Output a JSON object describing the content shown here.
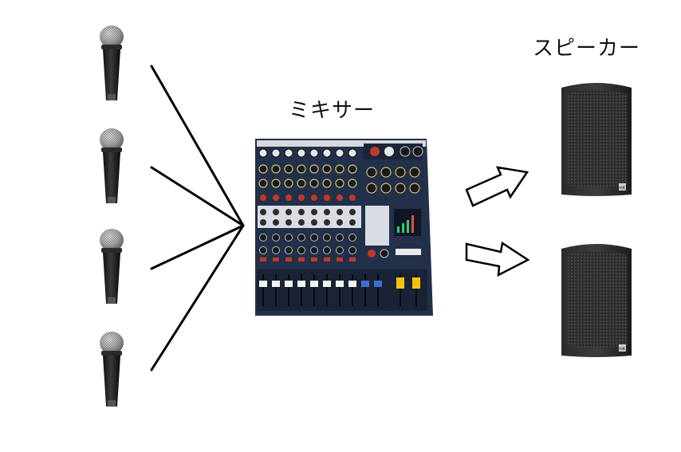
{
  "labels": {
    "mixer": "ミキサー",
    "speaker": "スピーカー"
  },
  "devices": {
    "microphones": 4,
    "mixer": 1,
    "speakers": 2
  },
  "icons": {
    "microphone": "microphone-icon",
    "mixer": "audio-mixer-icon",
    "speaker": "speaker-icon",
    "arrow": "outline-arrow-icon"
  }
}
